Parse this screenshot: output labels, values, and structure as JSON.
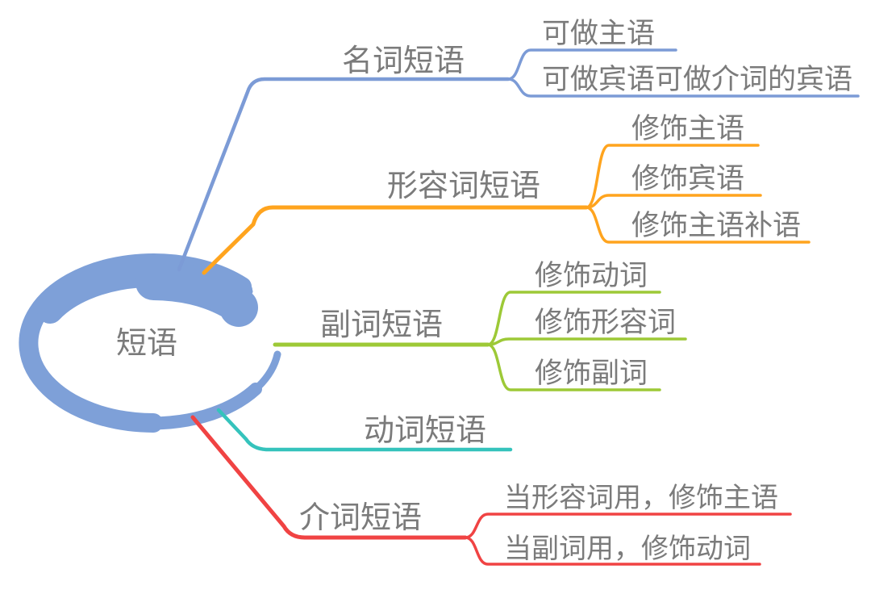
{
  "figure": {
    "type": "mindmap",
    "background": "#ffffff"
  },
  "text_color": "#7b7b7b",
  "root": {
    "label": "短语",
    "color": "#7EA0D8",
    "shape": "hand-drawn-ellipse"
  },
  "branches": [
    {
      "label": "名词短语",
      "color": "#7C9BD6",
      "children": [
        {
          "label": "可做主语"
        },
        {
          "label": "可做宾语可做介词的宾语"
        }
      ]
    },
    {
      "label": "形容词短语",
      "color": "#FFA41E",
      "children": [
        {
          "label": "修饰主语"
        },
        {
          "label": "修饰宾语"
        },
        {
          "label": "修饰主语补语"
        }
      ]
    },
    {
      "label": "副词短语",
      "color": "#9DC937",
      "children": [
        {
          "label": "修饰动词"
        },
        {
          "label": "修饰形容词"
        },
        {
          "label": "修饰副词"
        }
      ]
    },
    {
      "label": "动词短语",
      "color": "#35C3BC",
      "children": []
    },
    {
      "label": "介词短语",
      "color": "#F04343",
      "children": [
        {
          "label": "当形容词用，修饰主语"
        },
        {
          "label": "当副词用，修饰动词"
        }
      ]
    }
  ]
}
